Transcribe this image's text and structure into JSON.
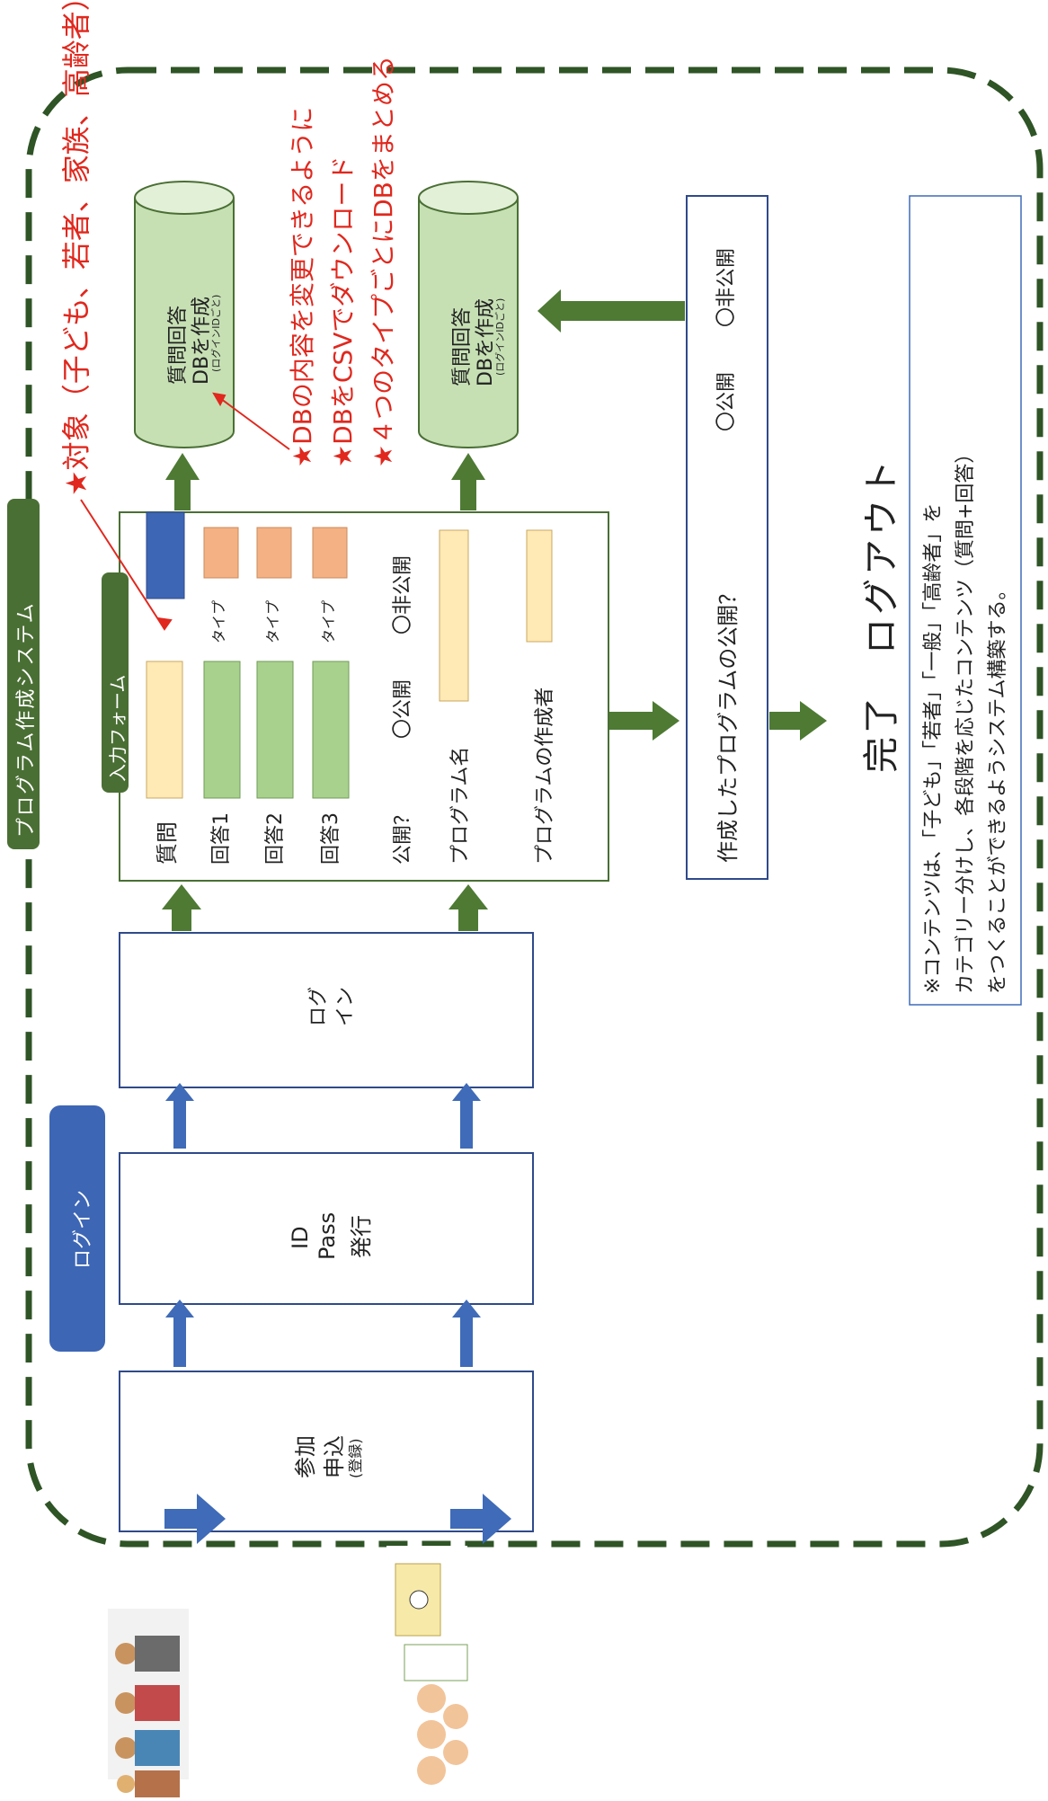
{
  "system_label": "プログラム作成システム",
  "login_tab": "ログイン",
  "steps": {
    "apply": {
      "line1": "参加",
      "line2": "申込",
      "line3": "(登録)"
    },
    "issue": {
      "line1": "ID",
      "line2": "Pass",
      "line3": "発行"
    },
    "login": {
      "line1": "ログ",
      "line2": "イン"
    }
  },
  "form": {
    "title": "入力フォーム",
    "question": "質問",
    "answers": [
      "回答1",
      "回答2",
      "回答3"
    ],
    "type_label": "タイプ",
    "public_q": "公開？",
    "public_opt": "〇公開",
    "private_opt": "〇非公開",
    "program_name": "プログラム名",
    "program_author": "プログラムの作成者"
  },
  "databases": {
    "top": {
      "line1": "質問回答",
      "line2": "DBを作成",
      "line3": "(ログインIDごと)"
    },
    "bottom": {
      "line1": "質問回答",
      "line2": "DBを作成",
      "line3": "(ログインIDごと)"
    }
  },
  "publish_box": {
    "question": "作成したプログラムの公開？",
    "public_opt": "〇公開",
    "private_opt": "〇非公開"
  },
  "done_text": "完了　ログアウト",
  "notes": {
    "target": "★対象（子ども、若者、家族、高齢者）",
    "edit_db": "★DBの内容を変更できるように",
    "csv": "★DBをCSVでダウンロード",
    "types": "★４つのタイプごとにDBをまとめる"
  },
  "footnote": {
    "line1": "※コンテンツは、「子ども」「若者」「一般」「高齢者」を",
    "line2": "カテゴリー分けし、各段階を応じたコンテンツ（質問+回答）",
    "line3": "をつくることができるようシステム構築する。"
  },
  "colors": {
    "dashed_border": "#2f5426",
    "arrow_green": "#4e7a34",
    "arrow_blue": "#3f6bb8",
    "tab_green": "#4a6f34",
    "tab_blue": "#3d66b5",
    "db_fill": "#c6e0b4",
    "field_yellow": "#ffe9b5",
    "field_green": "#a9d18e",
    "field_salmon": "#f4b183",
    "accent_red": "#e0281e"
  }
}
